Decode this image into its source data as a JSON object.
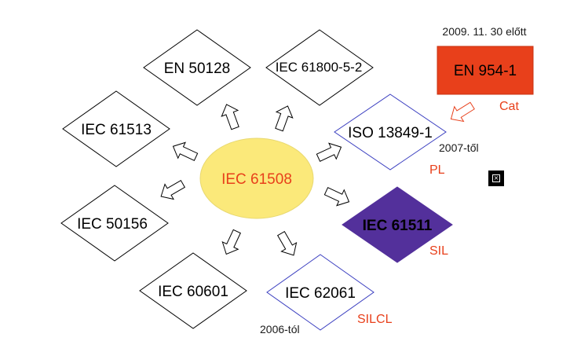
{
  "center": {
    "label": "IEC 61508",
    "fill": "#fbe97a",
    "text_color": "#e8401b"
  },
  "standards": [
    {
      "id": "en-50128",
      "label": "EN 50128",
      "style": "plain"
    },
    {
      "id": "iec-61800-5-2",
      "label": "IEC 61800-5-2",
      "style": "plain"
    },
    {
      "id": "iec-61513",
      "label": "IEC 61513",
      "style": "plain"
    },
    {
      "id": "iso-13849-1",
      "label": "ISO 13849-1",
      "style": "blue-outline"
    },
    {
      "id": "iec-50156",
      "label": "IEC 50156",
      "style": "plain"
    },
    {
      "id": "iec-61511",
      "label": "IEC 61511",
      "style": "purple-fill"
    },
    {
      "id": "iec-60601",
      "label": "IEC 60601",
      "style": "plain"
    },
    {
      "id": "iec-62061",
      "label": "IEC 62061",
      "style": "blue-outline"
    }
  ],
  "en954": {
    "label": "EN 954-1",
    "fill": "#e8401b",
    "note": "2009. 11. 30 előtt"
  },
  "annotations": {
    "cat": "Cat",
    "pl": "PL",
    "iso_since": "2007-től",
    "sil": "SIL",
    "silcl": "SILCL",
    "iec62061_since": "2006-tól"
  },
  "colors": {
    "accent_red": "#e8401b",
    "purple": "#53309b",
    "blue_outline": "#3b3fc0"
  }
}
